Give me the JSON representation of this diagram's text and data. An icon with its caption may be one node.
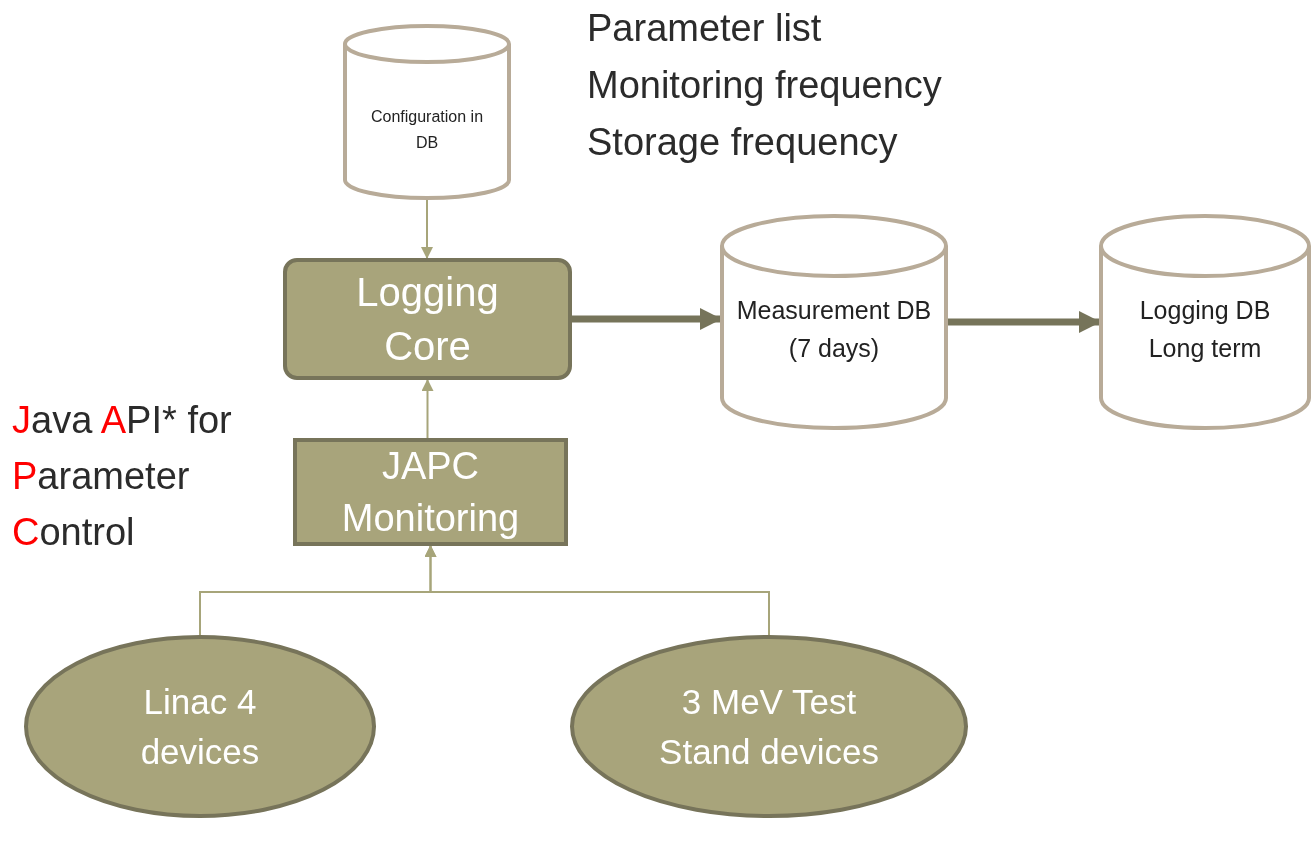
{
  "diagram": {
    "nodes": [
      {
        "text": [
          "Configuration in DB"
        ]
      },
      {
        "text": [
          "Logging Core"
        ]
      },
      {
        "text": [
          "Measurement DB (7 days)"
        ]
      },
      {
        "text": [
          "Logging DB Long term"
        ]
      },
      {
        "text": [
          "JAPC Monitoring"
        ]
      },
      {
        "text": [
          "Linac 4 devices"
        ]
      },
      {
        "text": [
          "3 MeV Test Stand devices"
        ]
      }
    ],
    "edges": [
      {
        "from": 0,
        "to": 1,
        "arrow": "to"
      },
      {
        "from": 1,
        "to": 2,
        "arrow": "to",
        "style": "thick",
        "color": "#76745a"
      },
      {
        "from": 2,
        "to": 3,
        "arrow": "to",
        "style": "thick",
        "color": "#76745a"
      },
      {
        "from": 4,
        "to": 1,
        "arrow": "to"
      },
      {
        "from": 5,
        "to": 4,
        "arrow": "to"
      },
      {
        "from": 6,
        "to": 4,
        "arrow": "to"
      }
    ],
    "labels": [
      "Parameter list",
      "Monitoring frequency",
      "Storage frequency",
      "Java API* for Parameter Control"
    ]
  }
}
